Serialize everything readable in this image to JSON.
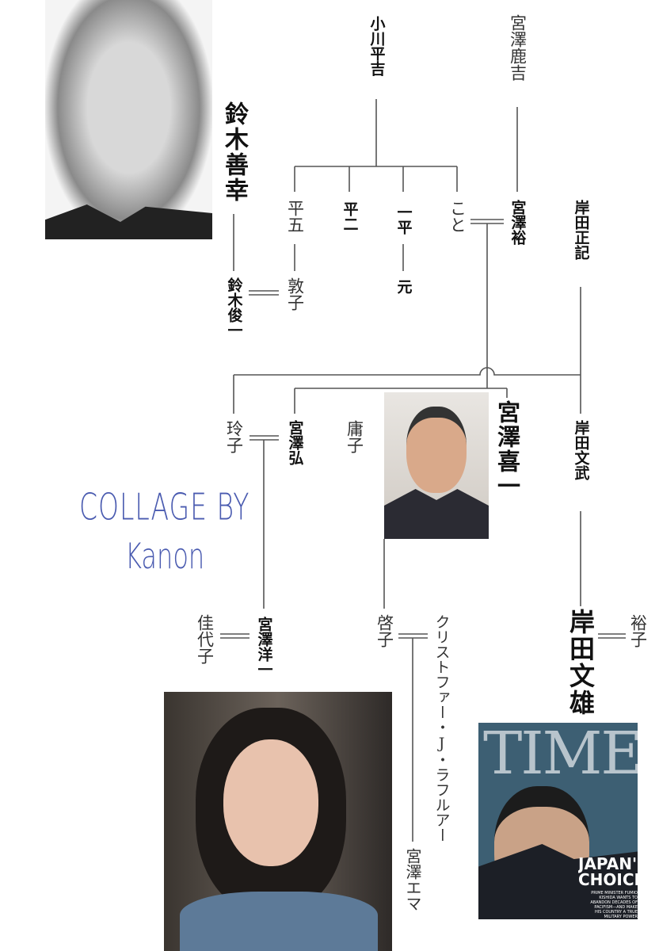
{
  "people": {
    "suzuki_zenko": "鈴木善幸",
    "ogawa_heikichi": "小川平吉",
    "miyazawa_shikakichi": "宮澤鹿吉",
    "heigo": "平五",
    "heiji": "平二",
    "ippei": "一平",
    "koto": "こと",
    "miyazawa_yutaka": "宮澤裕",
    "kishida_masaki": "岸田正記",
    "atsuko": "敦子",
    "gen": "元",
    "suzuki_shunichi": "鈴木俊一",
    "reiko": "玲子",
    "miyazawa_hiroshi": "宮澤弘",
    "yoko": "庸子",
    "miyazawa_kiichi": "宮澤喜一",
    "kishida_fumitake": "岸田文武",
    "kayoko": "佳代子",
    "miyazawa_yoichi": "宮澤洋一",
    "keiko": "啓子",
    "christopher": "クリストファー・J・ラフルアー",
    "kishida_fumio": "岸田文雄",
    "yuko": "裕子",
    "miyazawa_emma": "宮澤エマ"
  },
  "credit": {
    "line1": "COLLAGE BY",
    "line2": "Kanon"
  },
  "time_cover": {
    "masthead": "TIME",
    "headline1": "JAPAN'S",
    "headline2": "CHOICE",
    "blurb": "PRIME MINISTER FUMIO KISHIDA WANTS TO ABANDON DECADES OF PACIFISM—AND MAKE HIS COUNTRY A TRUE MILITARY POWER"
  },
  "colors": {
    "credit": "#4a5bb0",
    "time_bg": "#3d5f73",
    "line": "#555555"
  }
}
